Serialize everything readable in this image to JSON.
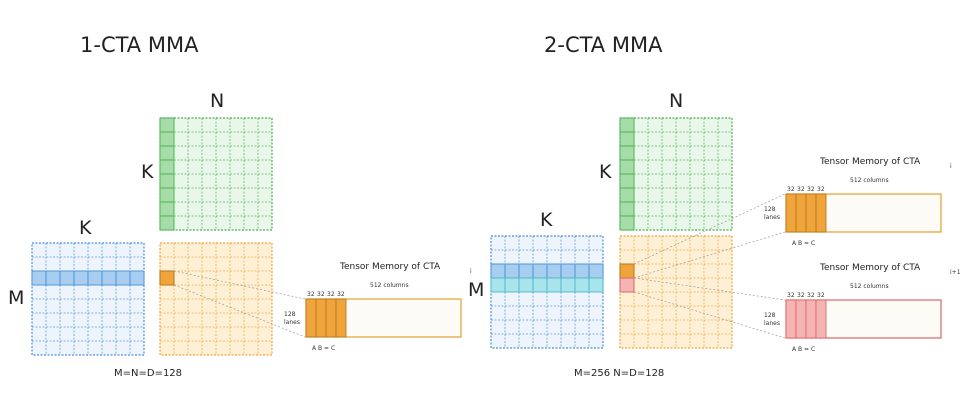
{
  "panels": [
    {
      "title": "1-CTA MMA",
      "n_label": "N",
      "k_label_b": "K",
      "k_label_a": "K",
      "m_label": "M",
      "dims": "M=N=D=128",
      "tmem": [
        {
          "title": "Tensor Memory of CTA",
          "sub": "i",
          "cols": "512  columns",
          "lanes": "128 lanes",
          "col_widths": [
            "32",
            "32",
            "32",
            "32"
          ],
          "eq": "A B = C",
          "accent": "#f0a43c"
        }
      ]
    },
    {
      "title": "2-CTA MMA",
      "n_label": "N",
      "k_label_b": "K",
      "k_label_a": "K",
      "m_label": "M",
      "dims": "M=256  N=D=128",
      "tmem": [
        {
          "title": "Tensor Memory of CTA",
          "sub": "i",
          "cols": "512  columns",
          "lanes": "128 lanes",
          "col_widths": [
            "32",
            "32",
            "32",
            "32"
          ],
          "eq": "A B = C",
          "accent": "#f0a43c"
        },
        {
          "title": "Tensor Memory of CTA",
          "sub": "i+1",
          "cols": "512  columns",
          "lanes": "128 lanes",
          "col_widths": [
            "32",
            "32",
            "32",
            "32"
          ],
          "eq": "A B = C",
          "accent": "#f4b4b4"
        }
      ]
    }
  ],
  "colors": {
    "green": "#4caf50",
    "green_fill": "#e9f6ea",
    "blue": "#4a8fd6",
    "blue_fill": "#eef4fb",
    "orange": "#f0a43c",
    "orange_fill": "#fdf0d5",
    "cyan": "#a8e4ec",
    "pink": "#f4b4b4",
    "pink_stroke": "#d66"
  }
}
